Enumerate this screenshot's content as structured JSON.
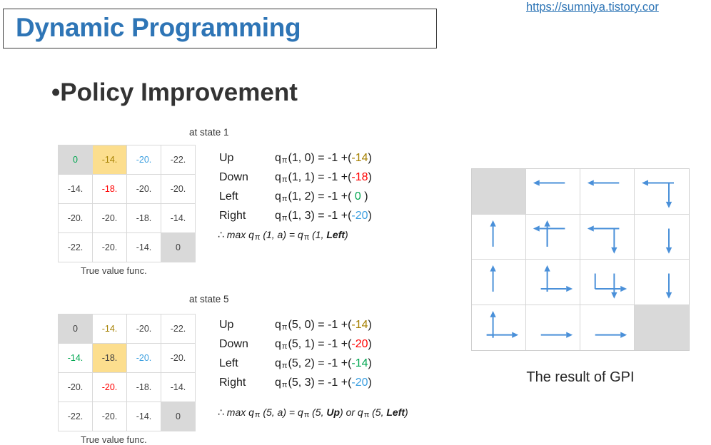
{
  "header": {
    "title": "Dynamic Programming",
    "source_url": "https://sumniya.tistory.cor"
  },
  "section": {
    "heading": "•Policy Improvement"
  },
  "blocks": [
    {
      "id": "state-1",
      "state_label": "at state 1",
      "grid_caption": "True value func.",
      "grid": {
        "rows": [
          [
            {
              "text": "0",
              "style": "shade",
              "color": "green"
            },
            {
              "text": "-14.",
              "style": "hl",
              "color": "olive"
            },
            {
              "text": "-20.",
              "style": "plain",
              "color": "blue"
            },
            {
              "text": "-22.",
              "style": "plain",
              "color": "dark"
            }
          ],
          [
            {
              "text": "-14.",
              "style": "plain",
              "color": "dark"
            },
            {
              "text": "-18.",
              "style": "plain",
              "color": "red"
            },
            {
              "text": "-20.",
              "style": "plain",
              "color": "dark"
            },
            {
              "text": "-20.",
              "style": "plain",
              "color": "dark"
            }
          ],
          [
            {
              "text": "-20.",
              "style": "plain",
              "color": "dark"
            },
            {
              "text": "-20.",
              "style": "plain",
              "color": "dark"
            },
            {
              "text": "-18.",
              "style": "plain",
              "color": "dark"
            },
            {
              "text": "-14.",
              "style": "plain",
              "color": "dark"
            }
          ],
          [
            {
              "text": "-22.",
              "style": "plain",
              "color": "dark"
            },
            {
              "text": "-20.",
              "style": "plain",
              "color": "dark"
            },
            {
              "text": "-14.",
              "style": "plain",
              "color": "dark"
            },
            {
              "text": "0",
              "style": "shade",
              "color": "dark"
            }
          ]
        ]
      },
      "qvalues": [
        {
          "action": "Up",
          "state": "1",
          "action_idx": "0",
          "reward": "-1",
          "value": "-14",
          "value_color": "olive"
        },
        {
          "action": "Down",
          "state": "1",
          "action_idx": "1",
          "reward": "-1",
          "value": "-18",
          "value_color": "red"
        },
        {
          "action": "Left",
          "state": "1",
          "action_idx": "2",
          "reward": "-1",
          "value": "0",
          "value_color": "green"
        },
        {
          "action": "Right",
          "state": "1",
          "action_idx": "3",
          "reward": "-1",
          "value": "-20",
          "value_color": "blue"
        }
      ],
      "conclusion": {
        "prefix": "∴ max q",
        "arg": "(1, a) = q",
        "result_open": "(1, ",
        "best": "Left",
        "result_close": ")"
      }
    },
    {
      "id": "state-5",
      "state_label": "at state 5",
      "grid_caption": "True value func.",
      "grid": {
        "rows": [
          [
            {
              "text": "0",
              "style": "shade",
              "color": "dark"
            },
            {
              "text": "-14.",
              "style": "plain",
              "color": "olive"
            },
            {
              "text": "-20.",
              "style": "plain",
              "color": "dark"
            },
            {
              "text": "-22.",
              "style": "plain",
              "color": "dark"
            }
          ],
          [
            {
              "text": "-14.",
              "style": "plain",
              "color": "green"
            },
            {
              "text": "-18.",
              "style": "hl",
              "color": "dark"
            },
            {
              "text": "-20.",
              "style": "plain",
              "color": "blue"
            },
            {
              "text": "-20.",
              "style": "plain",
              "color": "dark"
            }
          ],
          [
            {
              "text": "-20.",
              "style": "plain",
              "color": "dark"
            },
            {
              "text": "-20.",
              "style": "plain",
              "color": "red"
            },
            {
              "text": "-18.",
              "style": "plain",
              "color": "dark"
            },
            {
              "text": "-14.",
              "style": "plain",
              "color": "dark"
            }
          ],
          [
            {
              "text": "-22.",
              "style": "plain",
              "color": "dark"
            },
            {
              "text": "-20.",
              "style": "plain",
              "color": "dark"
            },
            {
              "text": "-14.",
              "style": "plain",
              "color": "dark"
            },
            {
              "text": "0",
              "style": "shade",
              "color": "dark"
            }
          ]
        ]
      },
      "qvalues": [
        {
          "action": "Up",
          "state": "5",
          "action_idx": "0",
          "reward": "-1",
          "value": "-14",
          "value_color": "olive"
        },
        {
          "action": "Down",
          "state": "5",
          "action_idx": "1",
          "reward": "-1",
          "value": "-20",
          "value_color": "red"
        },
        {
          "action": "Left",
          "state": "5",
          "action_idx": "2",
          "reward": "-1",
          "value": "-14",
          "value_color": "green"
        },
        {
          "action": "Right",
          "state": "5",
          "action_idx": "3",
          "reward": "-1",
          "value": "-20",
          "value_color": "blue"
        }
      ],
      "conclusion": {
        "prefix": "∴ max q",
        "arg": "(5, a) = q",
        "result_open": "(5, ",
        "best": "Up",
        "result_close": ") or q",
        "result_open2": "(5, ",
        "best2": "Left",
        "result_close2": ")"
      }
    }
  ],
  "gpi": {
    "caption": "The result of GPI",
    "accent_color": "#4A90D9",
    "terminal_color": "#d9d9d9",
    "cells": [
      {
        "index": 0,
        "type": "terminal",
        "arrows": []
      },
      {
        "index": 1,
        "type": "policy",
        "arrows": [
          "left"
        ]
      },
      {
        "index": 2,
        "type": "policy",
        "arrows": [
          "left"
        ]
      },
      {
        "index": 3,
        "type": "policy",
        "arrows": [
          "left",
          "down"
        ]
      },
      {
        "index": 4,
        "type": "policy",
        "arrows": [
          "up"
        ]
      },
      {
        "index": 5,
        "type": "policy",
        "arrows": [
          "up",
          "left"
        ]
      },
      {
        "index": 6,
        "type": "policy",
        "arrows": [
          "left",
          "down"
        ]
      },
      {
        "index": 7,
        "type": "policy",
        "arrows": [
          "down"
        ]
      },
      {
        "index": 8,
        "type": "policy",
        "arrows": [
          "up"
        ]
      },
      {
        "index": 9,
        "type": "policy",
        "arrows": [
          "up",
          "right"
        ]
      },
      {
        "index": 10,
        "type": "policy",
        "arrows": [
          "right",
          "down"
        ]
      },
      {
        "index": 11,
        "type": "policy",
        "arrows": [
          "down"
        ]
      },
      {
        "index": 12,
        "type": "policy",
        "arrows": [
          "up",
          "right"
        ]
      },
      {
        "index": 13,
        "type": "policy",
        "arrows": [
          "right"
        ]
      },
      {
        "index": 14,
        "type": "policy",
        "arrows": [
          "right"
        ]
      },
      {
        "index": 15,
        "type": "terminal",
        "arrows": []
      }
    ]
  }
}
